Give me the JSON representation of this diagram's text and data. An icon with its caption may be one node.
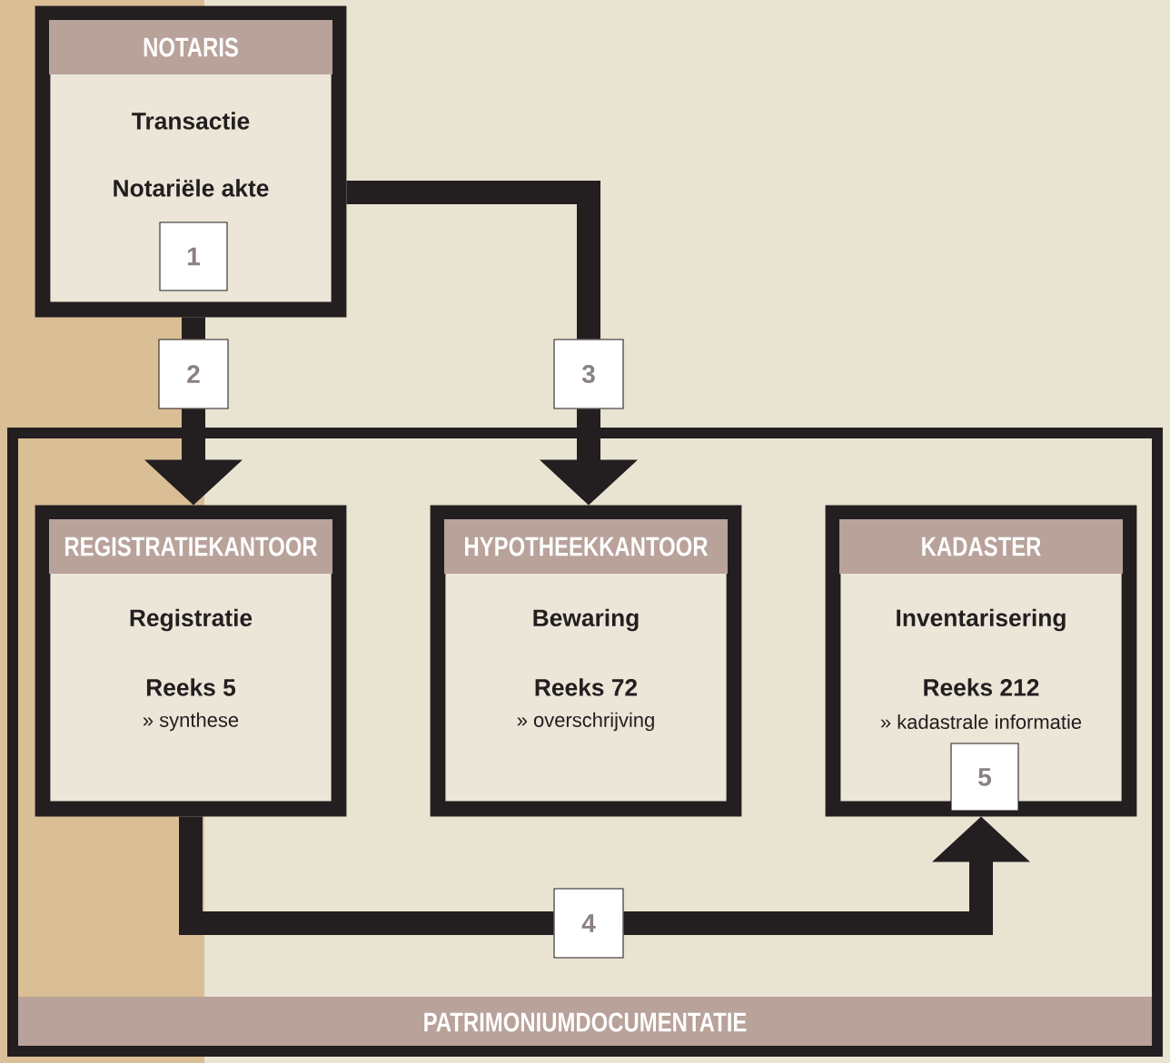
{
  "diagram": {
    "nodes": [
      {
        "text": [
          "PATRIMONIUMDOCUMENTATIE"
        ]
      },
      {
        "text": [
          "NOTARIS",
          "Transactie",
          "Notariële akte"
        ]
      },
      {
        "text": [
          "1"
        ],
        "in": 1
      },
      {
        "text": [
          "2"
        ]
      },
      {
        "text": [
          "3"
        ]
      },
      {
        "text": [
          "REGISTRATIEKANTOOR",
          "Registratie",
          "Reeks 5",
          "» synthese"
        ],
        "in": 0
      },
      {
        "text": [
          "HYPOTHEEKKANTOOR",
          "Bewaring",
          "Reeks 72",
          "» overschrijving"
        ],
        "in": 0
      },
      {
        "text": [
          "KADASTER",
          "Inventarisering",
          "Reeks 212",
          "» kadastrale informatie"
        ],
        "in": 0
      },
      {
        "text": [
          "4"
        ],
        "in": 0
      },
      {
        "text": [
          "5"
        ],
        "in": 7
      }
    ],
    "edges": [
      {
        "from": 1,
        "to": 3,
        "arrow": "none"
      },
      {
        "from": 3,
        "to": 5,
        "arrow": "to"
      },
      {
        "from": 1,
        "to": 4,
        "arrow": "none"
      },
      {
        "from": 4,
        "to": 6,
        "arrow": "to"
      },
      {
        "from": 5,
        "to": 8,
        "arrow": "none"
      },
      {
        "from": 8,
        "to": 7,
        "arrow": "to"
      }
    ]
  }
}
